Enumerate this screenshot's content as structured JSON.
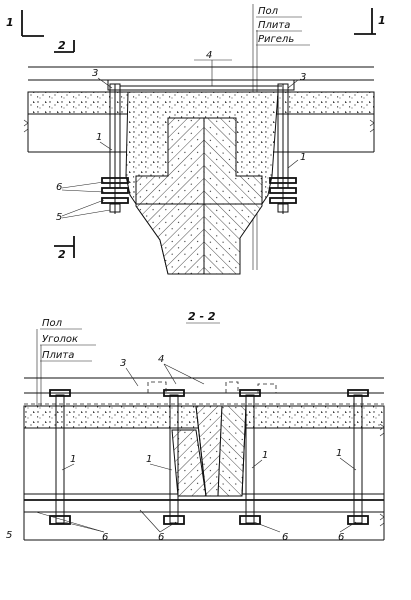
{
  "section_mark_1_left": "1",
  "section_mark_1_right": "1",
  "section_mark_2_top": "2",
  "section_mark_2_bottom": "2",
  "section_title": "2 - 2",
  "top_callout": [
    "Пол",
    "Плита",
    "Ригель"
  ],
  "bottom_callout": [
    "Пол",
    "Уголок",
    "Плита"
  ],
  "top_view_labels": {
    "n4": "4",
    "n3_left": "3",
    "n3_right": "3",
    "n1_left": "1",
    "n1_right": "1",
    "n6": "6",
    "n5": "5"
  },
  "bottom_view_labels": {
    "n3": "3",
    "n4": "4",
    "n1_a": "1",
    "n1_b": "1",
    "n1_c": "1",
    "n1_d": "1",
    "n6_a": "6",
    "n6_b": "6",
    "n6_c": "6",
    "n6_d": "6",
    "edge_mark": "5"
  }
}
